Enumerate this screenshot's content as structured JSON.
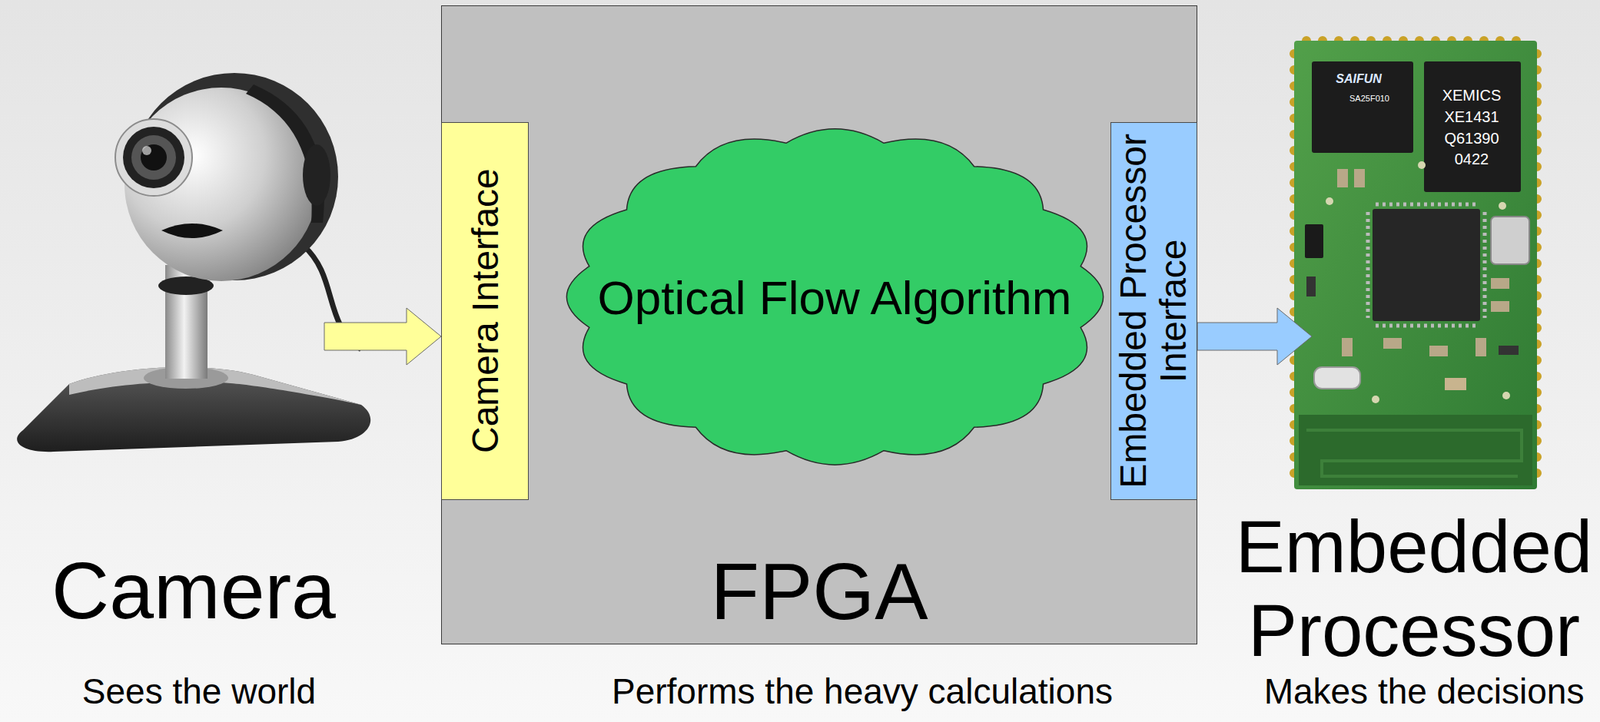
{
  "diagram": {
    "nodes": [
      {
        "text": [
          "Camera",
          "Sees the world"
        ]
      },
      {
        "text": [
          "FPGA",
          "Performs the heavy calculations"
        ]
      },
      {
        "text": [
          "Camera Interface"
        ],
        "in": 1
      },
      {
        "text": [
          "Optical Flow Algorithm"
        ],
        "in": 1
      },
      {
        "text": [
          "Embedded Processor Interface"
        ],
        "in": 1
      },
      {
        "text": [
          "Embedded Processor",
          "Makes the decisions"
        ]
      }
    ],
    "edges": [
      {
        "from": 0,
        "to": 2,
        "arrow": "to"
      },
      {
        "from": 4,
        "to": 5,
        "arrow": "to"
      }
    ],
    "labels": [
      "SAIFUN",
      "SA25F010",
      "XEMICS",
      "XE1431",
      "Q61390",
      "0422"
    ]
  }
}
